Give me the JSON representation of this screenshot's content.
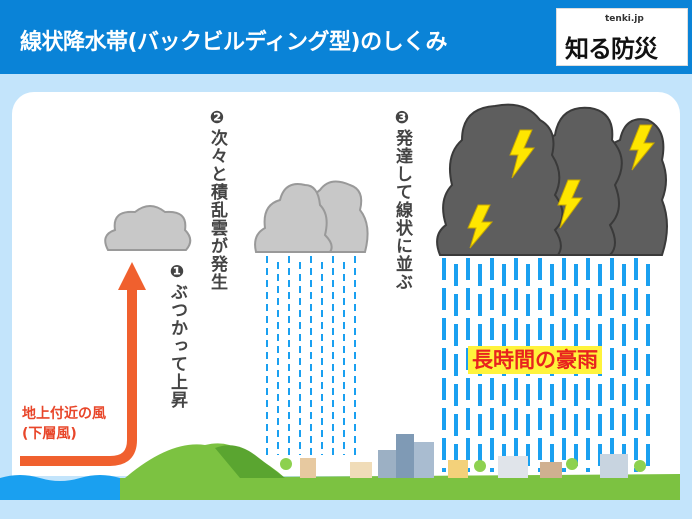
{
  "header": {
    "title": "線状降水帯(バックビルディング型)のしくみ",
    "logo_site": "tenki.jp",
    "logo_name": "知る防災"
  },
  "steps": [
    {
      "num": "❶",
      "text": "ぶつかって上昇"
    },
    {
      "num": "❷",
      "text": "次々と積乱雲が発生"
    },
    {
      "num": "❸",
      "text": "発達して線状に並ぶ"
    }
  ],
  "wind_label": {
    "line1": "地上付近の風",
    "line2": "(下層風)"
  },
  "heavy_rain_label": "長時間の豪雨",
  "colors": {
    "header": "#0a83d7",
    "arrow": "#f0602e",
    "rain": "#1aa0f0",
    "ground": "#7cc241",
    "cloud_light": "#c8c8c8",
    "cloud_dark": "#5e5e5e",
    "lightning": "#ffe600"
  }
}
